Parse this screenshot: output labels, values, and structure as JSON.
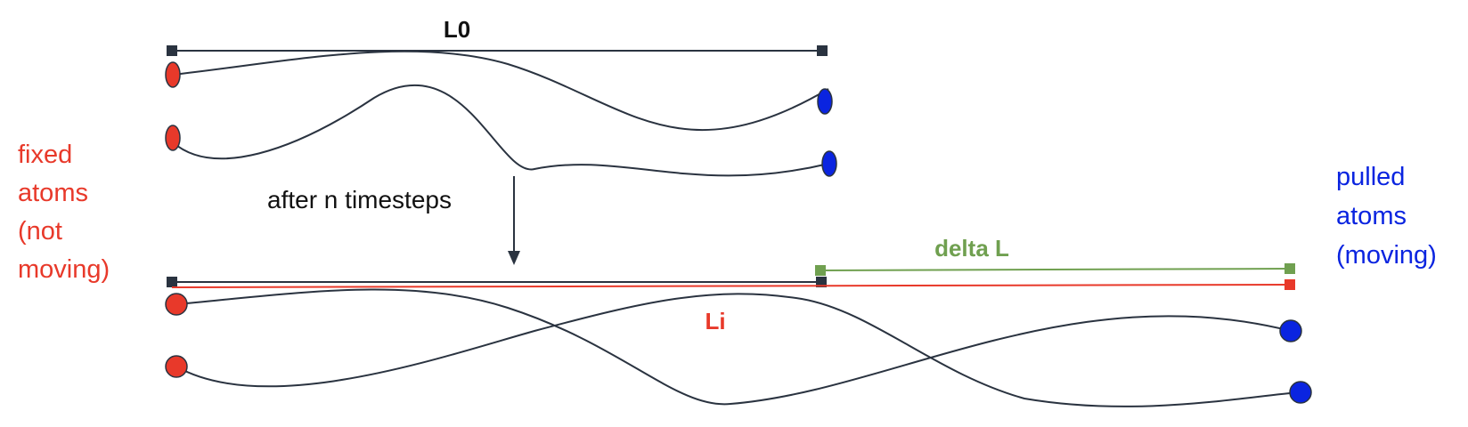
{
  "labels": {
    "l0": "L0",
    "fixed_line1": "fixed",
    "fixed_line2": "atoms",
    "fixed_line3": "(not",
    "fixed_line4": "moving)",
    "after": "after n timesteps",
    "delta": "delta L",
    "li": "Li",
    "pulled_line1": "pulled",
    "pulled_line2": "atoms",
    "pulled_line3": "(moving)"
  },
  "colors": {
    "fixed": "#e8392a",
    "pulled": "#0a24e0",
    "delta": "#70a050",
    "line": "#2a3340",
    "text": "#111111"
  }
}
